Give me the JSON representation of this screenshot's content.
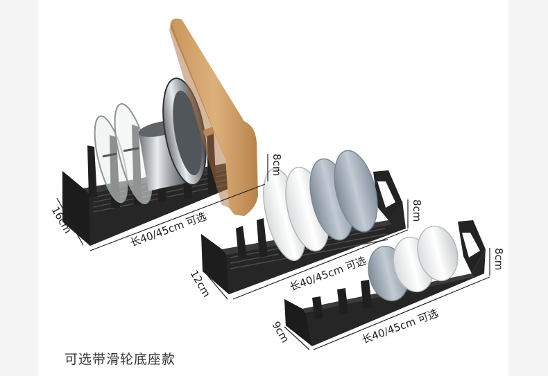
{
  "labels": {
    "rack_large_depth": "16cm",
    "rack_large_height": "8cm",
    "rack_large_length": "长40/45cm 可选",
    "rack_medium_depth": "12cm",
    "rack_medium_height": "8cm",
    "rack_medium_length": "长40/45cm 可选",
    "rack_small_depth": "9cm",
    "rack_small_height": "8cm",
    "rack_small_length": "长40/45cm 可选"
  },
  "caption": "可选带滑轮底座款"
}
